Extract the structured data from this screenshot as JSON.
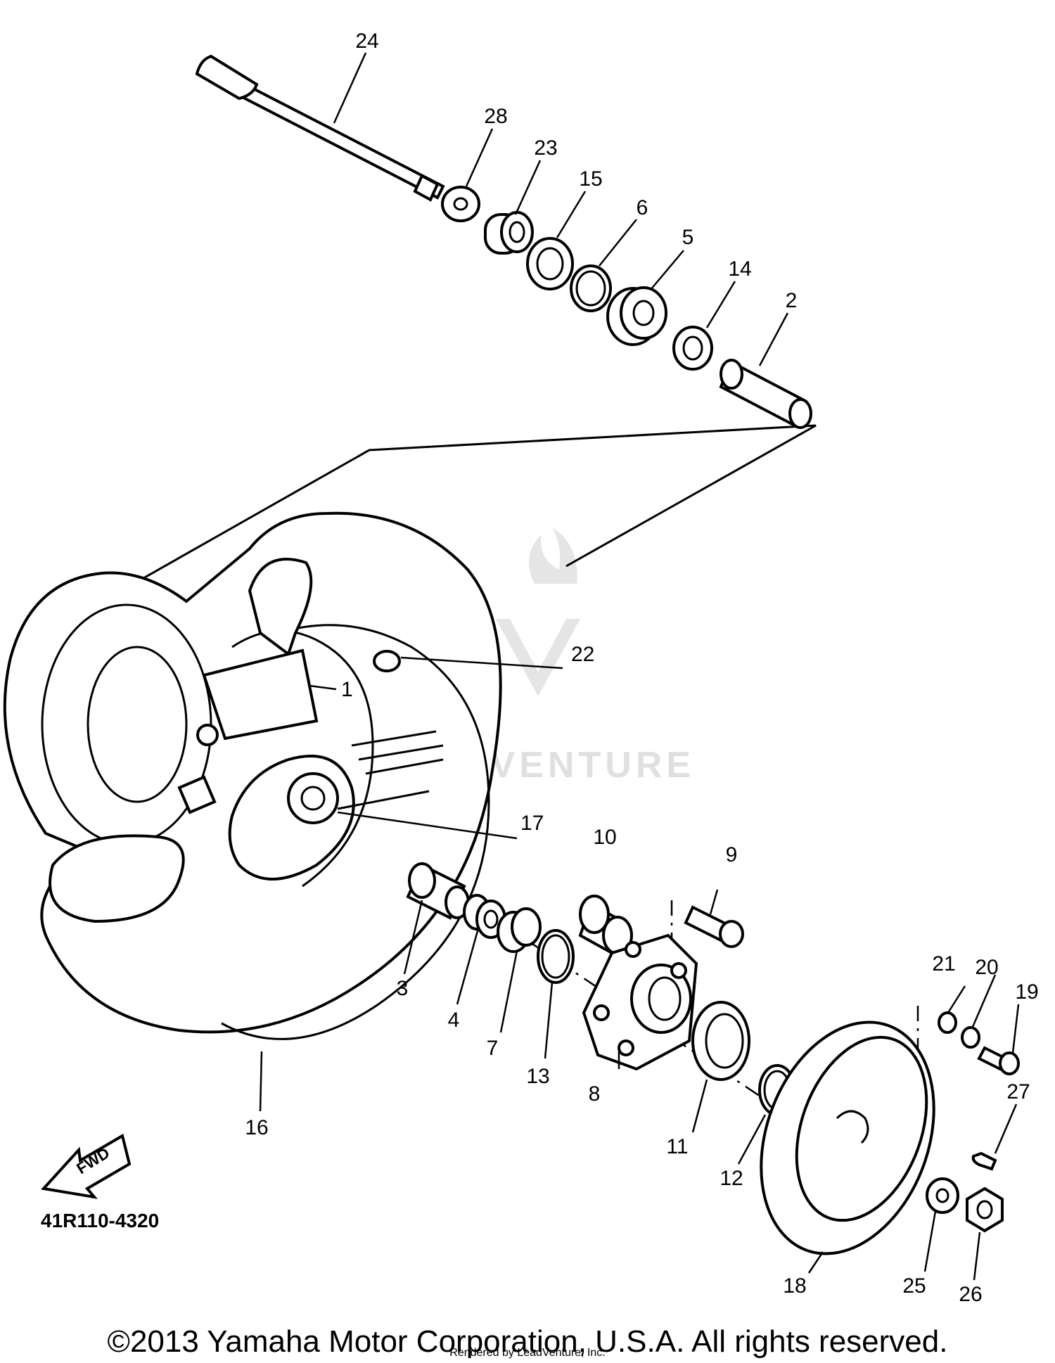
{
  "diagram": {
    "part_labels": {
      "p1": "1",
      "p2": "2",
      "p3": "3",
      "p4": "4",
      "p5": "5",
      "p6": "6",
      "p7": "7",
      "p8": "8",
      "p9": "9",
      "p10": "10",
      "p11": "11",
      "p12": "12",
      "p13": "13",
      "p14": "14",
      "p15": "15",
      "p16": "16",
      "p17": "17",
      "p18": "18",
      "p19": "19",
      "p20": "20",
      "p21": "21",
      "p22": "22",
      "p23": "23",
      "p24": "24",
      "p25": "25",
      "p26": "26",
      "p27": "27",
      "p28": "28"
    },
    "fwd_label": "FWD",
    "diagram_code": "41R110-4320",
    "copyright": "©2013 Yamaha Motor Corporation, U.S.A. All rights reserved.",
    "credit": "Rendered by LeadVenture, Inc.",
    "watermark": "LEADVENTURE"
  }
}
